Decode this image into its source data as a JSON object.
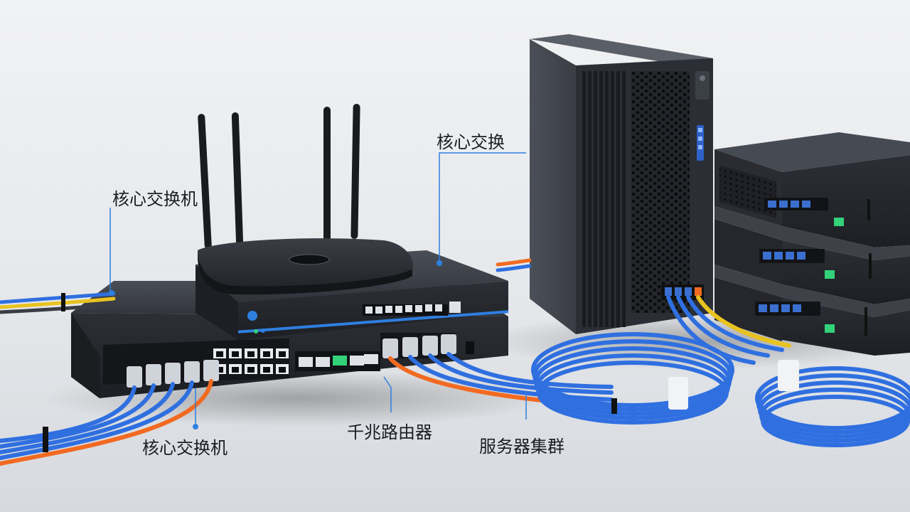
{
  "scene": {
    "background_top": "#f1f2f4",
    "background_bottom": "#d9dce1",
    "device_dark": "#2a2d33",
    "device_mid": "#3a3e46",
    "cable_blue": "#2f6fe0",
    "cable_orange": "#f26a21",
    "cable_yellow": "#e8c21f",
    "led_green": "#33d17a",
    "accent_line": "#2f7fe0"
  },
  "icons": {
    "router": "wifi-router-icon",
    "switch": "network-switch-icon",
    "tower": "server-tower-icon",
    "rack": "rack-server-icon"
  },
  "labels": {
    "core_switch_left": "核心交换机",
    "core_switch_top": "核心交换",
    "core_switch_bottom": "核心交换机",
    "gigabit_router": "千兆路由器",
    "server_cluster": "服务器集群"
  }
}
